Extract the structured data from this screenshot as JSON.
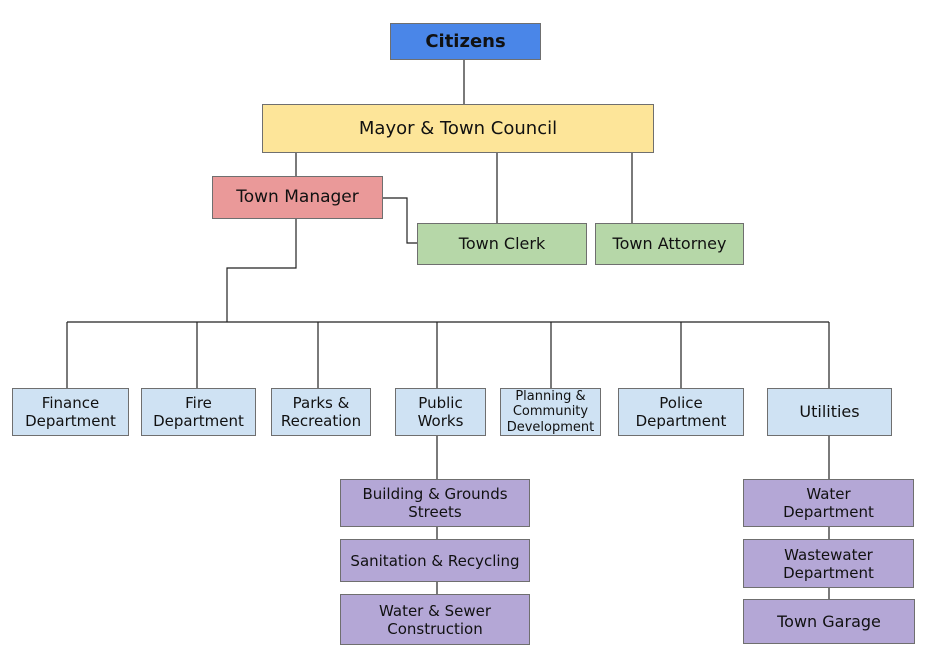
{
  "top": {
    "citizens": "Citizens",
    "council": "Mayor & Town Council"
  },
  "executive": {
    "manager": "Town Manager",
    "clerk": "Town Clerk",
    "attorney": "Town Attorney"
  },
  "departments": {
    "finance": "Finance\nDepartment",
    "fire": "Fire\nDepartment",
    "parks": "Parks &\nRecreation",
    "public_works": "Public\nWorks",
    "planning": "Planning &\nCommunity\nDevelopment",
    "police": "Police\nDepartment",
    "utilities": "Utilities"
  },
  "public_works_divisions": [
    "Building & Grounds\nStreets",
    "Sanitation & Recycling",
    "Water & Sewer\nConstruction"
  ],
  "utilities_divisions": [
    "Water\nDepartment",
    "Wastewater\nDepartment",
    "Town Garage"
  ],
  "colors": {
    "citizens": "#4a86e8",
    "council": "#fde599",
    "manager": "#ea9999",
    "clerk_attorney": "#b6d7a8",
    "departments": "#cfe2f3",
    "divisions": "#b4a7d6"
  }
}
